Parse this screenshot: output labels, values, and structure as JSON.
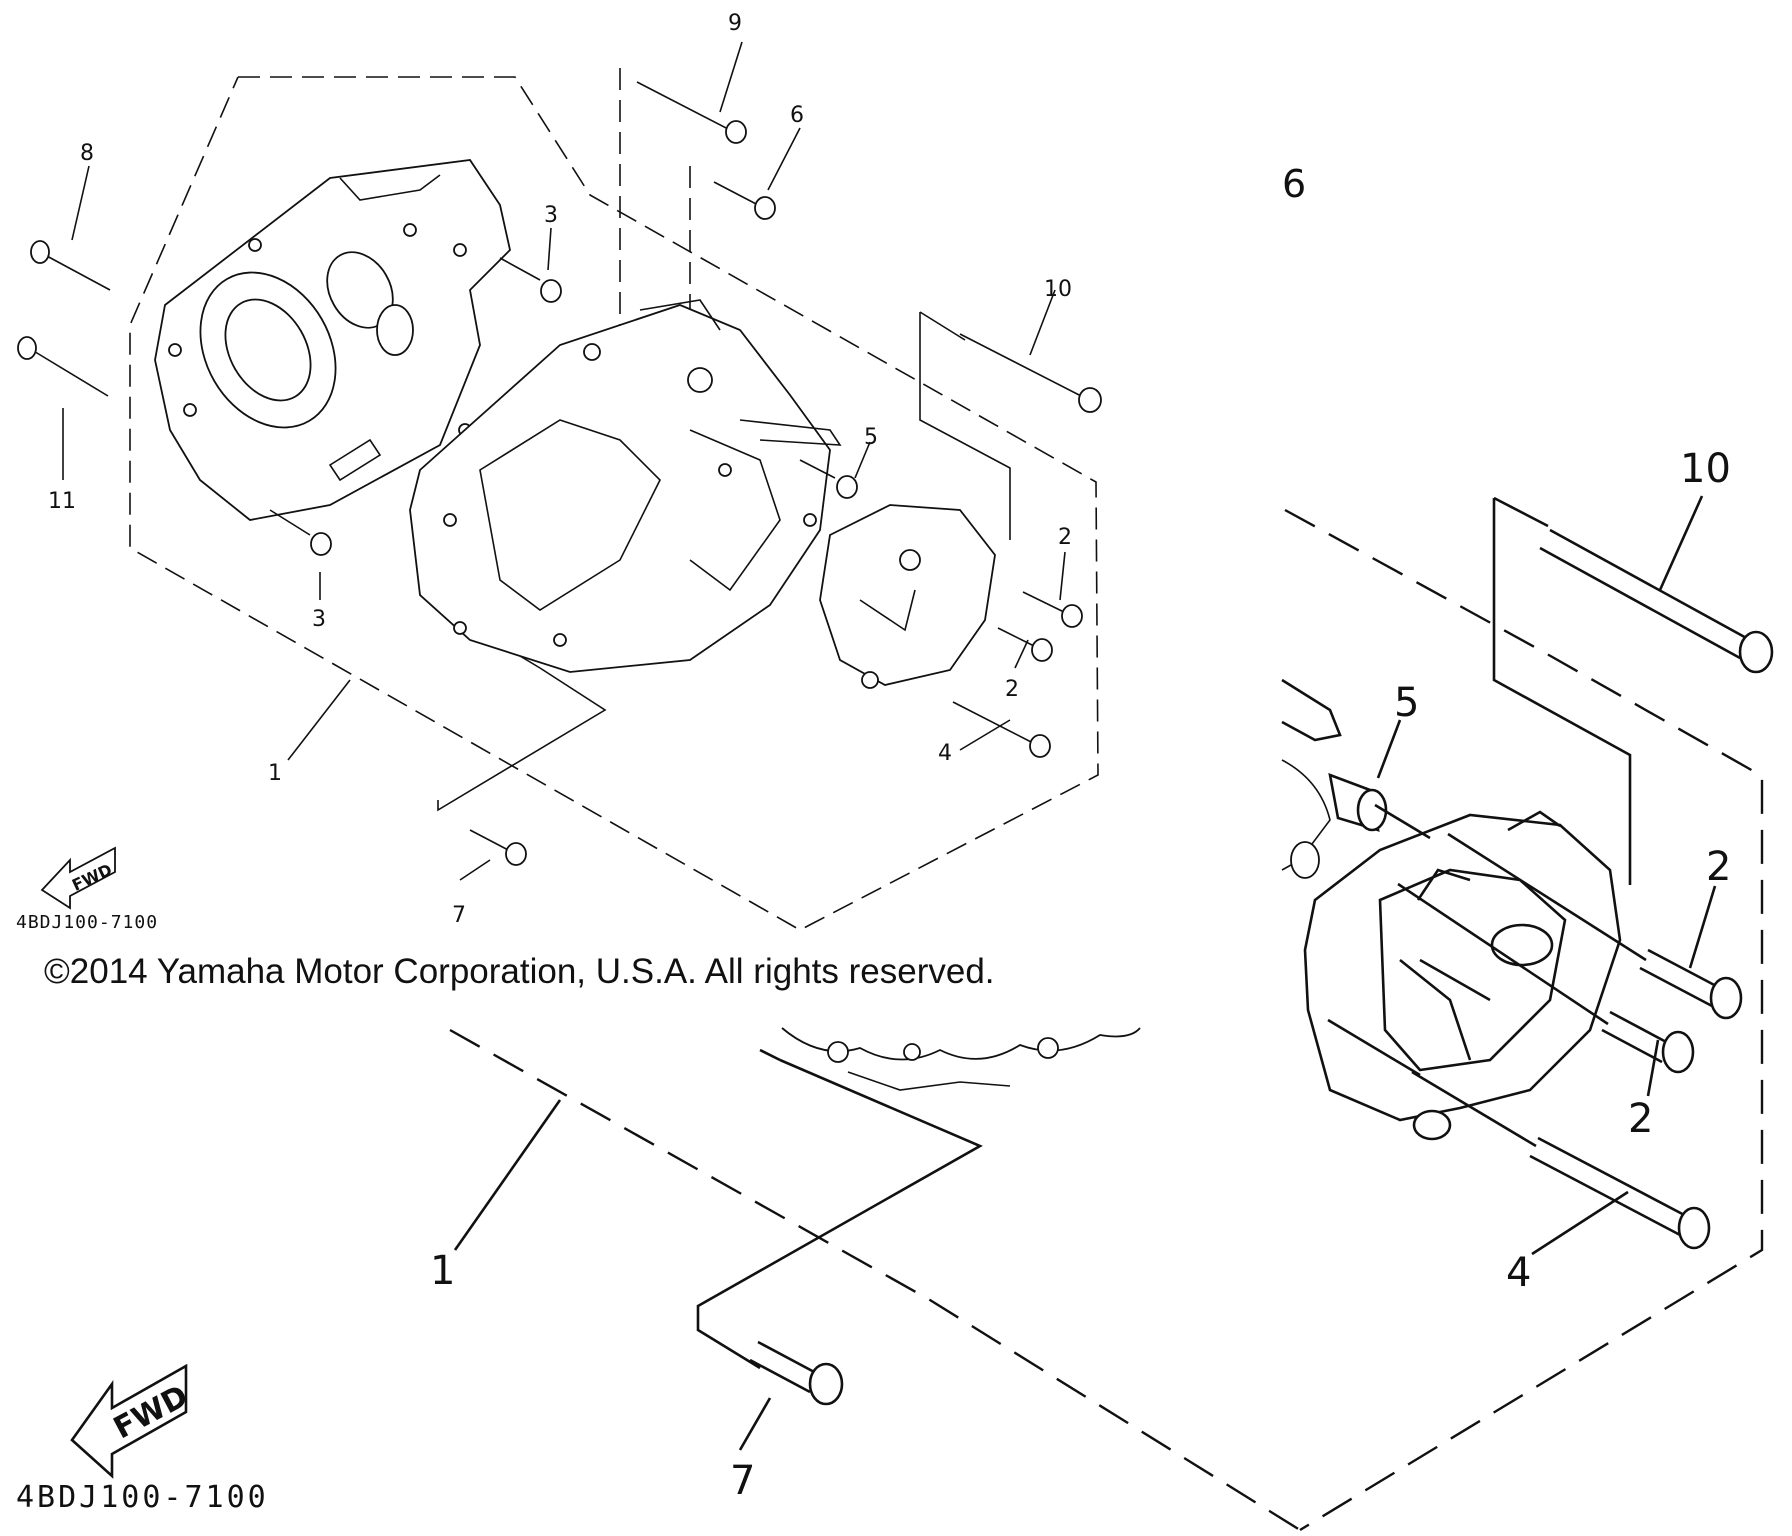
{
  "diagram": {
    "part_numbers": [
      "1",
      "2",
      "3",
      "4",
      "5",
      "6",
      "7",
      "8",
      "9",
      "10",
      "11"
    ],
    "callouts_small": {
      "n1": "1",
      "n2a": "2",
      "n2b": "2",
      "n3a": "3",
      "n3b": "3",
      "n4": "4",
      "n5": "5",
      "n6": "6",
      "n7": "7",
      "n8": "8",
      "n9": "9",
      "n10": "10",
      "n11": "11"
    },
    "callouts_large": {
      "n6": "6",
      "n10": "10",
      "n5": "5",
      "n2a": "2",
      "n2b": "2",
      "n4": "4",
      "n1": "1",
      "n7": "7"
    },
    "fwd_label": "FWD",
    "code_small": "4BDJ100-7100",
    "code_large": "4BDJ100-7100",
    "copyright": "©2014 Yamaha Motor Corporation, U.S.A. All rights reserved."
  }
}
